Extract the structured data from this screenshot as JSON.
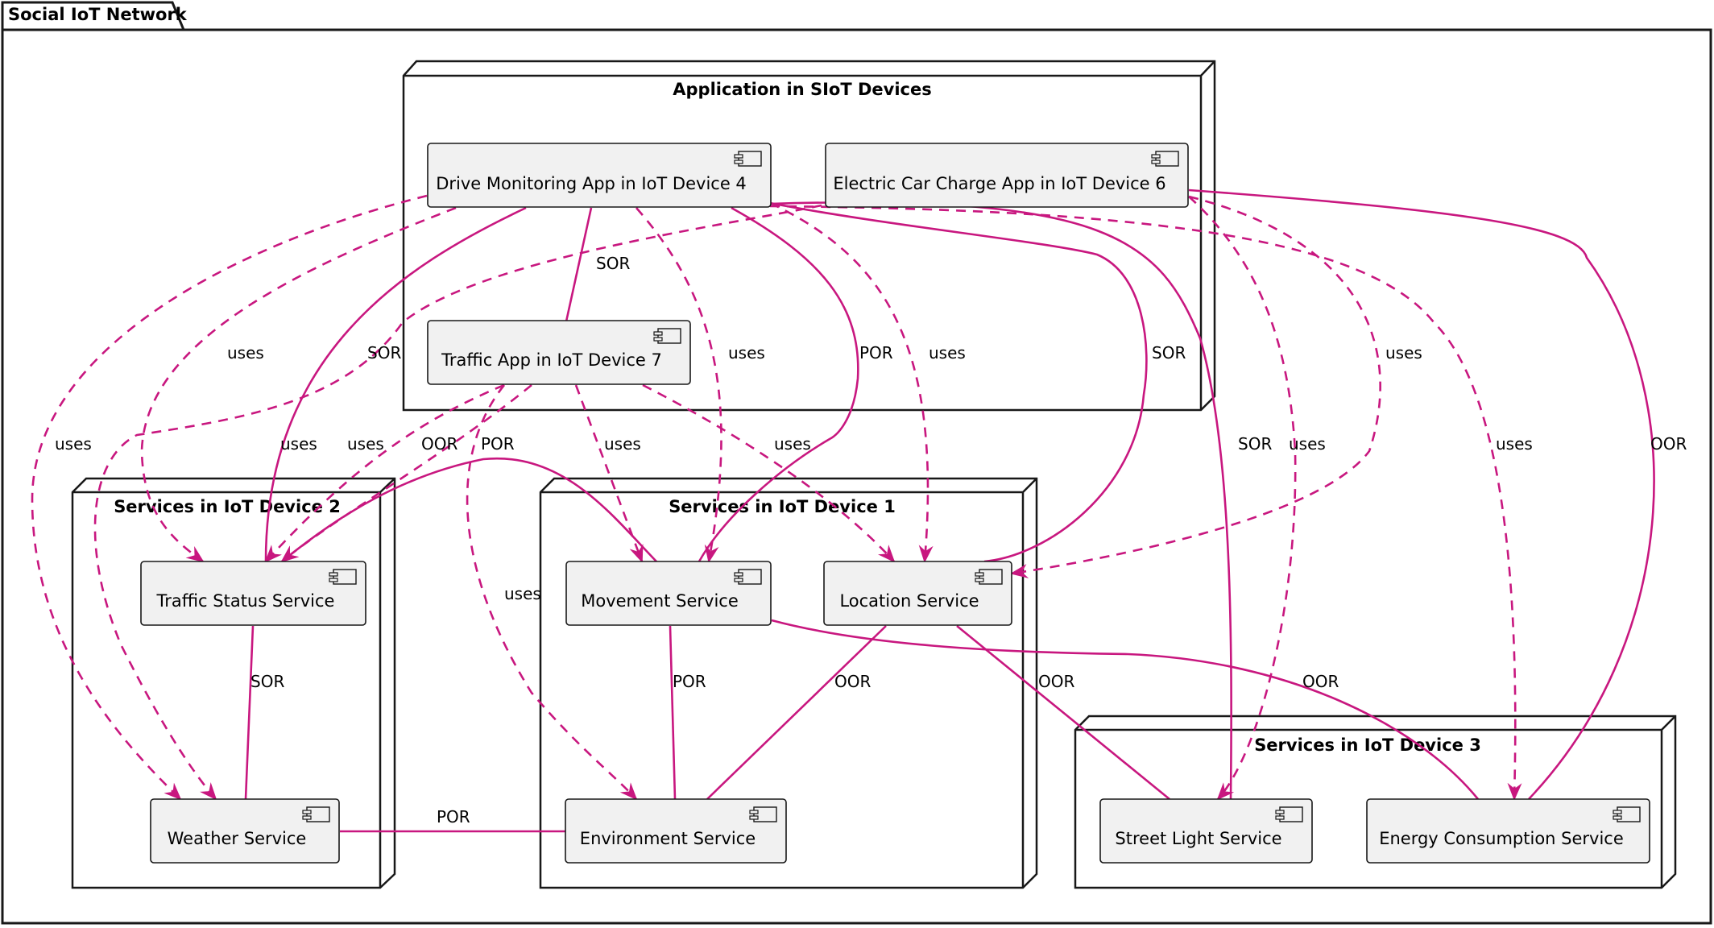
{
  "package": {
    "title": "Social IoT Network"
  },
  "nodes": {
    "app": "Application in SIoT Devices",
    "dev2": "Services in IoT Device 2",
    "dev1": "Services in IoT Device 1",
    "dev3": "Services in IoT Device 3"
  },
  "components": {
    "drive": "Drive Monitoring App in IoT Device 4",
    "echarge": "Electric Car Charge App in IoT Device 6",
    "traffic_app": "Traffic App in IoT Device 7",
    "traffic_status": "Traffic Status Service",
    "weather": "Weather Service",
    "movement": "Movement Service",
    "location": "Location Service",
    "environment": "Environment Service",
    "streetlight": "Street Light Service",
    "energy": "Energy Consumption Service"
  },
  "relations": {
    "uses": "uses",
    "sor": "SOR",
    "por": "POR",
    "oor": "OOR"
  },
  "edges": [
    {
      "from": "drive",
      "to": "traffic_app",
      "label": "SOR"
    },
    {
      "from": "drive",
      "to": "weather",
      "label": "uses"
    },
    {
      "from": "drive",
      "to": "traffic_status",
      "label": "uses"
    },
    {
      "from": "drive",
      "to": "traffic_status",
      "label": "SOR"
    },
    {
      "from": "drive",
      "to": "movement",
      "label": "uses"
    },
    {
      "from": "drive",
      "to": "movement",
      "label": "POR"
    },
    {
      "from": "drive",
      "to": "location",
      "label": "uses"
    },
    {
      "from": "drive",
      "to": "location",
      "label": "SOR"
    },
    {
      "from": "drive",
      "to": "streetlight",
      "label": "SOR"
    },
    {
      "from": "drive",
      "to": "energy",
      "label": "uses"
    },
    {
      "from": "echarge",
      "to": "weather",
      "label": "uses"
    },
    {
      "from": "echarge",
      "to": "streetlight",
      "label": "uses"
    },
    {
      "from": "echarge",
      "to": "location",
      "label": "uses"
    },
    {
      "from": "echarge",
      "to": "energy",
      "label": "OOR"
    },
    {
      "from": "traffic_app",
      "to": "traffic_status",
      "label": "uses"
    },
    {
      "from": "traffic_app",
      "to": "traffic_status",
      "label": "OOR"
    },
    {
      "from": "traffic_app",
      "to": "environment",
      "label": "POR"
    },
    {
      "from": "traffic_app",
      "to": "environment",
      "label": "uses"
    },
    {
      "from": "traffic_app",
      "to": "movement",
      "label": "uses"
    },
    {
      "from": "traffic_app",
      "to": "location",
      "label": "uses"
    },
    {
      "from": "movement",
      "to": "traffic_status",
      "label": ""
    },
    {
      "from": "traffic_status",
      "to": "weather",
      "label": "SOR"
    },
    {
      "from": "movement",
      "to": "environment",
      "label": "POR"
    },
    {
      "from": "location",
      "to": "environment",
      "label": "OOR"
    },
    {
      "from": "location",
      "to": "streetlight",
      "label": "OOR"
    },
    {
      "from": "movement",
      "to": "energy",
      "label": "OOR"
    },
    {
      "from": "weather",
      "to": "environment",
      "label": "POR"
    }
  ],
  "colors": {
    "edge": "#c8177f",
    "component_fill": "#f1f1f1",
    "border": "#181818"
  },
  "icons": {
    "component": "uml-component-icon"
  }
}
